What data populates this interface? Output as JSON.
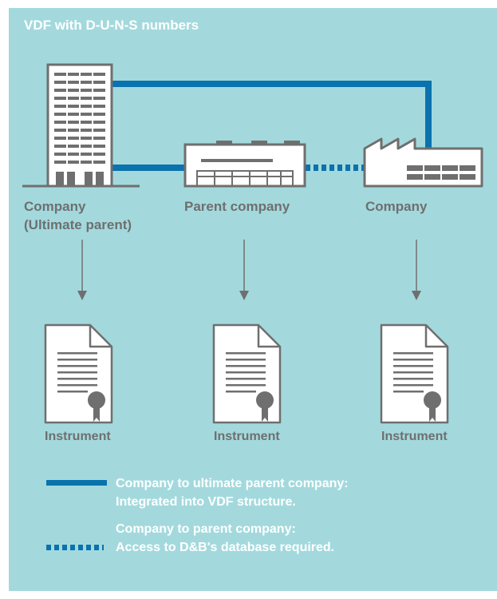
{
  "title": "VDF with D-U-N-S numbers",
  "entities": {
    "ultimate_parent": {
      "line1": "Company",
      "line2": "(Ultimate parent)"
    },
    "parent_company": {
      "label": "Parent company"
    },
    "company": {
      "label": "Company"
    }
  },
  "instruments": [
    {
      "label": "Instrument"
    },
    {
      "label": "Instrument"
    },
    {
      "label": "Instrument"
    }
  ],
  "legend": {
    "solid": {
      "line1": "Company to ultimate parent company:",
      "line2": "Integrated into VDF structure."
    },
    "dotted": {
      "line1": "Company to parent company:",
      "line2": "Access to D&B's database required."
    }
  },
  "colors": {
    "background": "#a3d9dd",
    "connector": "#0a72ad",
    "building_fill": "#ffffff",
    "building_detail": "#6f6f6f",
    "label_text": "#6f6f6f",
    "legend_text": "#ffffff"
  },
  "icons": {
    "ultimate_parent": "office-tower-icon",
    "parent_company": "warehouse-icon",
    "company": "factory-icon",
    "instrument": "certificate-document-icon"
  }
}
